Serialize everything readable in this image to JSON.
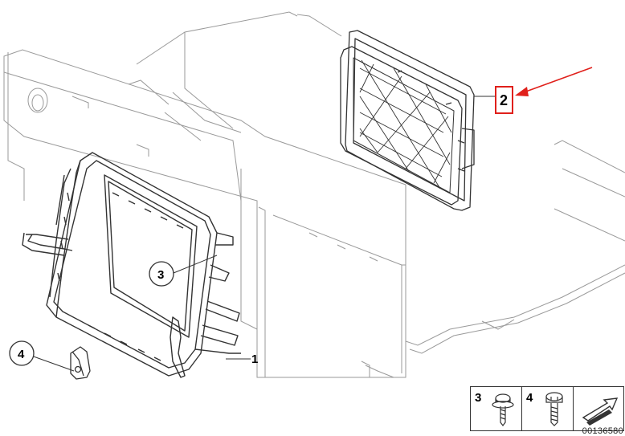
{
  "diagram": {
    "callouts": {
      "part1": "1",
      "part2": "2",
      "part3": "3",
      "part4": "4"
    },
    "legend": {
      "item_a": "3",
      "item_b": "4"
    },
    "document_id": "00136580",
    "colors": {
      "line": "#333333",
      "highlight": "#e0201b",
      "faint": "#9a9a9a"
    }
  }
}
